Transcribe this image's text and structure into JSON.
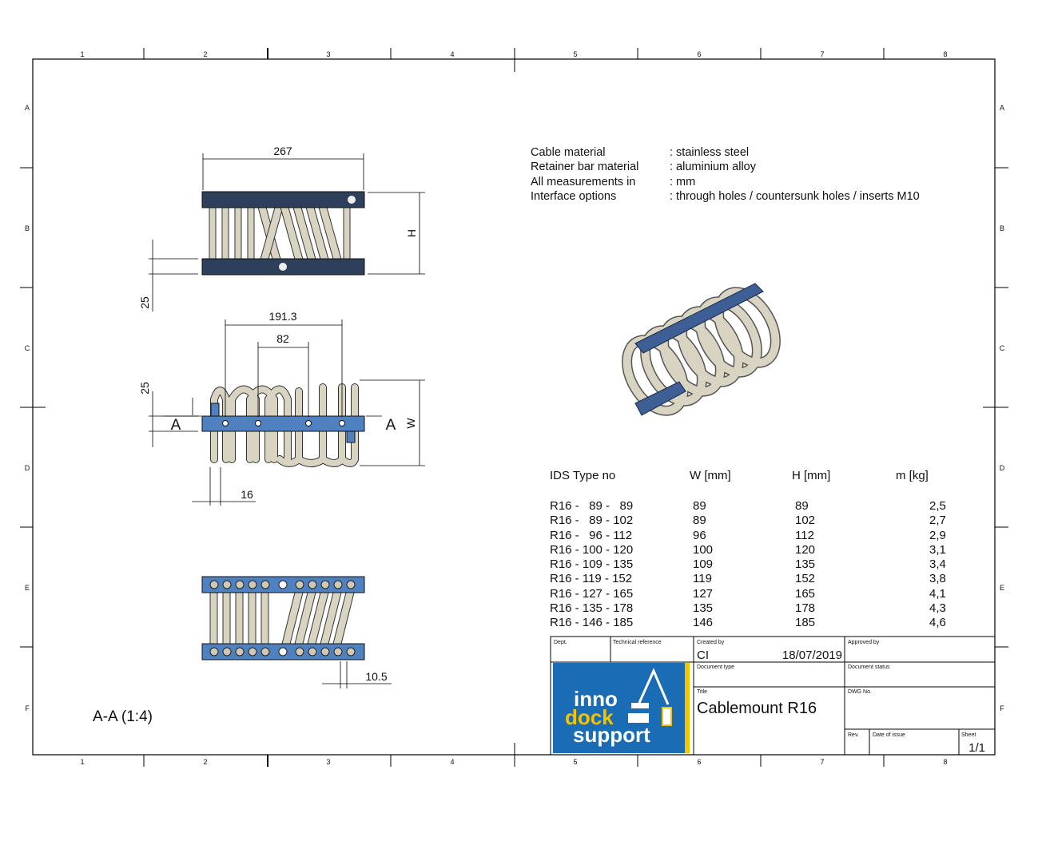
{
  "frame": {
    "columns": [
      "1",
      "2",
      "3",
      "4",
      "5",
      "6",
      "7",
      "8"
    ],
    "rows": [
      "A",
      "B",
      "C",
      "D",
      "E",
      "F"
    ]
  },
  "dimensions": {
    "top_width": "267",
    "top_height": "H",
    "gap_25_top": "25",
    "side_191": "191.3",
    "side_82": "82",
    "side_25": "25",
    "section_A_left": "A",
    "section_A_right": "A",
    "side_width": "W",
    "side_16": "16",
    "bottom_10_5": "10.5",
    "section_label": "A-A (1:4)"
  },
  "specs": [
    {
      "label": "Cable material",
      "value": ": stainless steel"
    },
    {
      "label": "Retainer bar material",
      "value": ": aluminium alloy"
    },
    {
      "label": "All measurements in",
      "value": ": mm"
    },
    {
      "label": "Interface options",
      "value": ": through holes / countersunk holes / inserts M10"
    }
  ],
  "table": {
    "headers": [
      "IDS Type no",
      "W [mm]",
      "H [mm]",
      "m [kg]"
    ],
    "rows": [
      [
        "R16 -   89 -   89",
        "89",
        "89",
        "2,5"
      ],
      [
        "R16 -   89 - 102",
        "89",
        "102",
        "2,7"
      ],
      [
        "R16 -   96 - 112",
        "96",
        "112",
        "2,9"
      ],
      [
        "R16 - 100 - 120",
        "100",
        "120",
        "3,1"
      ],
      [
        "R16 - 109 - 135",
        "109",
        "135",
        "3,4"
      ],
      [
        "R16 - 119 - 152",
        "119",
        "152",
        "3,8"
      ],
      [
        "R16 - 127 - 165",
        "127",
        "165",
        "4,1"
      ],
      [
        "R16 - 135 - 178",
        "135",
        "178",
        "4,3"
      ],
      [
        "R16 - 146 - 185",
        "146",
        "185",
        "4,6"
      ]
    ]
  },
  "title_block": {
    "dept_label": "Dept.",
    "tech_ref_label": "Technical reference",
    "created_by_label": "Created by",
    "created_by": "CI",
    "date": "18/07/2019",
    "approved_by_label": "Approved by",
    "doc_type_label": "Document type",
    "doc_status_label": "Document status",
    "title_label": "Title",
    "title": "Cablemount  R16",
    "dwg_label": "DWG No.",
    "rev_label": "Rev.",
    "date_issue_label": "Date of issue",
    "sheet_label": "Sheet",
    "sheet": "1/1",
    "logo": {
      "line1": "inno",
      "line2": "dock",
      "line3": "support",
      "blue": "#1a6db5",
      "yellow": "#f5c400"
    }
  }
}
